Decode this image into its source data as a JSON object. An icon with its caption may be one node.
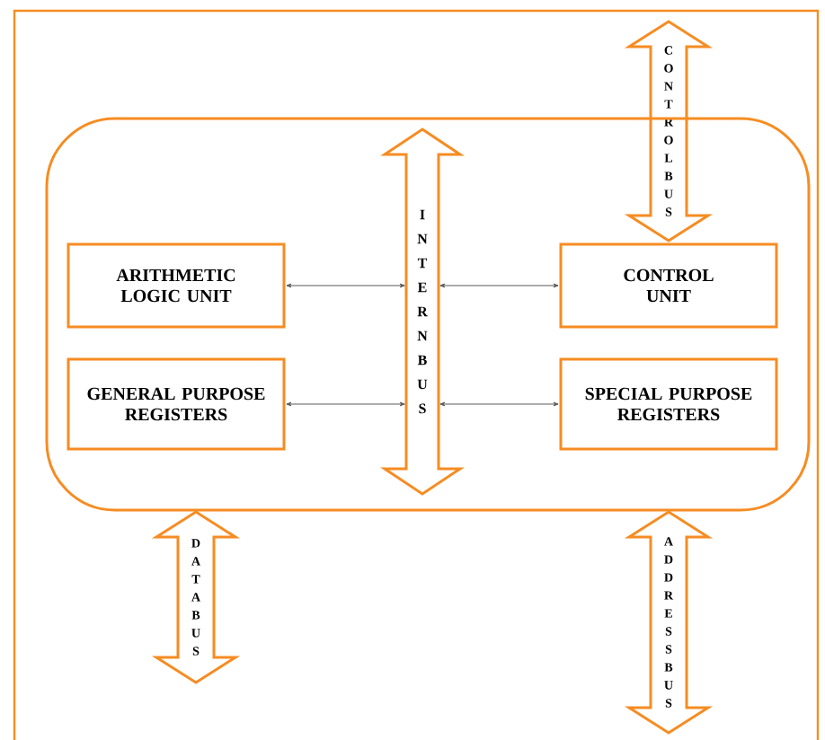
{
  "diagram": {
    "nodes": [
      {
        "text": [
          "CONTROL BUS"
        ]
      },
      {
        "text": [],
        "shape": "box"
      },
      {
        "text": [
          "INTERN BUS"
        ],
        "in": 1
      },
      {
        "text": [
          "ARITHMETIC LOGIC UNIT"
        ],
        "in": 1
      },
      {
        "text": [
          "CONTROL UNIT"
        ],
        "in": 1
      },
      {
        "text": [
          "GENERAL PURPOSE REGISTERS"
        ],
        "in": 1
      },
      {
        "text": [
          "SPECIAL PURPOSE REGISTERS"
        ],
        "in": 1
      },
      {
        "text": [
          "DATA BUS"
        ]
      },
      {
        "text": [
          "ADDRESS BUS"
        ]
      }
    ],
    "edges": [
      {
        "from": 3,
        "to": 2,
        "arrow": "both"
      },
      {
        "from": 2,
        "to": 4,
        "arrow": "both"
      },
      {
        "from": 5,
        "to": 2,
        "arrow": "both"
      },
      {
        "from": 2,
        "to": 6,
        "arrow": "both"
      }
    ]
  }
}
